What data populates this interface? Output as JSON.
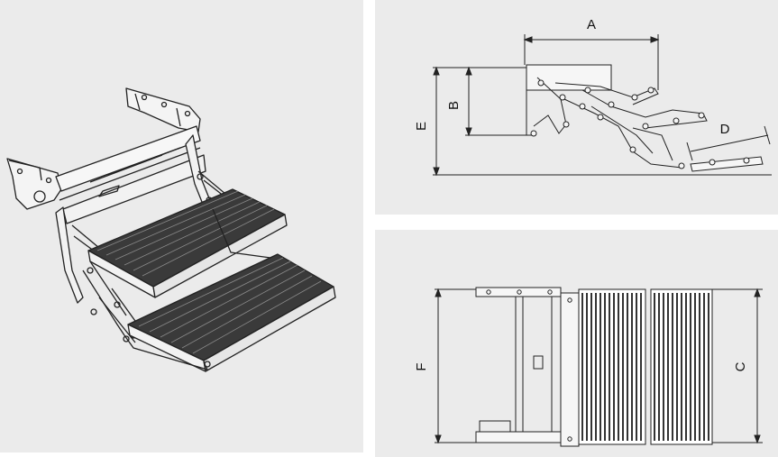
{
  "dimension_labels": {
    "A": "A",
    "B": "B",
    "C": "C",
    "D": "D",
    "E": "E",
    "F": "F"
  },
  "colors": {
    "panel_bg": "#ebebeb",
    "line": "#222222",
    "tread_dark": "#3a3a3a",
    "metal_light": "#f4f4f4"
  }
}
